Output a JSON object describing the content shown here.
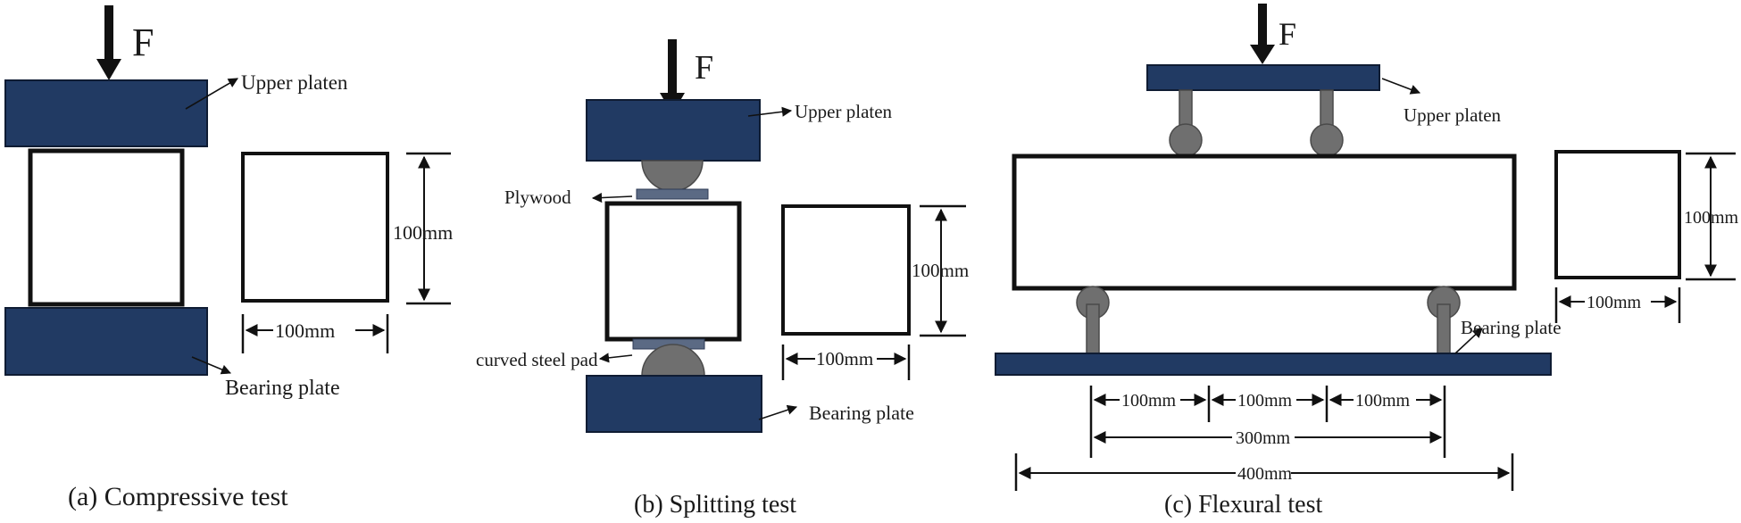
{
  "force_label": "F",
  "panels": {
    "a": {
      "caption": "(a) Compressive test",
      "upper": "Upper platen",
      "bearing": "Bearing plate",
      "dim_h": "100mm",
      "dim_w": "100mm"
    },
    "b": {
      "caption": "(b) Splitting  test",
      "upper": "Upper platen",
      "plywood": "Plywood",
      "pad": "curved steel pad",
      "bearing": "Bearing plate",
      "dim_h": "100mm",
      "dim_w": "100mm"
    },
    "c": {
      "caption": "(c) Flexural  test",
      "upper": "Upper platen",
      "bearing": "Bearing plate",
      "dim_h": "100mm",
      "dim_w": "100mm",
      "span1": "100mm",
      "span2": "100mm",
      "span3": "100mm",
      "span_total": "300mm",
      "length": "400mm"
    }
  },
  "colors": {
    "plate": "#213a63",
    "roller": "#6f6f6f",
    "outline": "#111111"
  }
}
